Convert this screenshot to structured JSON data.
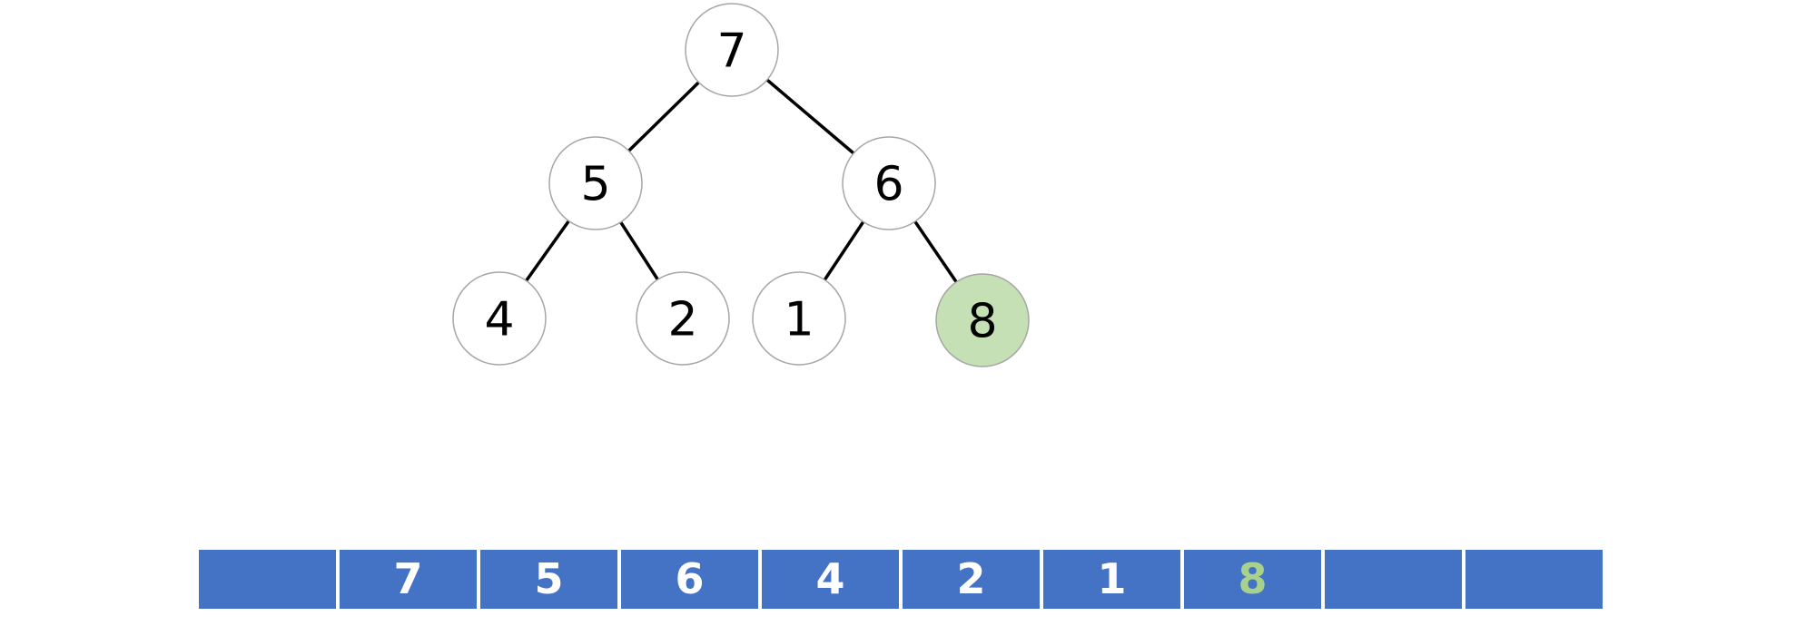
{
  "colors": {
    "background": "#ffffff",
    "node_fill": "#ffffff",
    "node_border": "#a6a6a6",
    "highlight_node_fill": "#c5e0b4",
    "edge_color": "#000000",
    "node_text": "#000000",
    "array_cell_bg": "#4472c4",
    "array_text": "#ffffff",
    "array_highlight_text": "#a9d18e"
  },
  "tree": {
    "nodes": [
      {
        "id": "7",
        "label": "7",
        "highlight": false,
        "role": "root"
      },
      {
        "id": "5",
        "label": "5",
        "highlight": false,
        "role": "left-child-of-7"
      },
      {
        "id": "6",
        "label": "6",
        "highlight": false,
        "role": "right-child-of-7"
      },
      {
        "id": "4",
        "label": "4",
        "highlight": false,
        "role": "left-child-of-5"
      },
      {
        "id": "2",
        "label": "2",
        "highlight": false,
        "role": "right-child-of-5"
      },
      {
        "id": "1",
        "label": "1",
        "highlight": false,
        "role": "left-child-of-6"
      },
      {
        "id": "8",
        "label": "8",
        "highlight": true,
        "role": "right-child-of-6"
      }
    ],
    "edges": [
      {
        "from": "7",
        "to": "5"
      },
      {
        "from": "7",
        "to": "6"
      },
      {
        "from": "5",
        "to": "4"
      },
      {
        "from": "5",
        "to": "2"
      },
      {
        "from": "6",
        "to": "1"
      },
      {
        "from": "6",
        "to": "8"
      }
    ]
  },
  "array": {
    "cells": [
      {
        "value": "",
        "highlight": false
      },
      {
        "value": "7",
        "highlight": false
      },
      {
        "value": "5",
        "highlight": false
      },
      {
        "value": "6",
        "highlight": false
      },
      {
        "value": "4",
        "highlight": false
      },
      {
        "value": "2",
        "highlight": false
      },
      {
        "value": "1",
        "highlight": false
      },
      {
        "value": "8",
        "highlight": true
      },
      {
        "value": "",
        "highlight": false
      },
      {
        "value": "",
        "highlight": false
      }
    ]
  }
}
